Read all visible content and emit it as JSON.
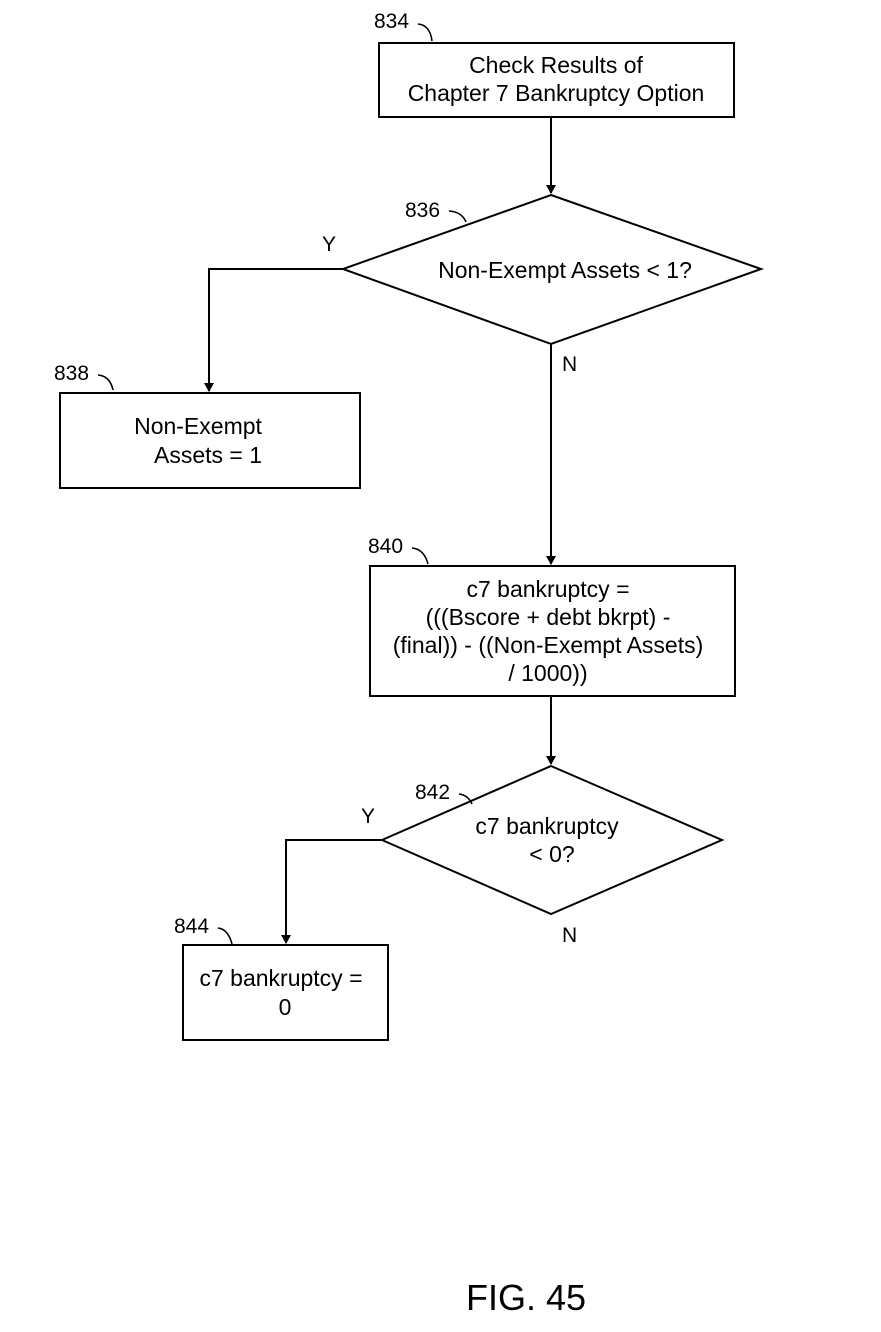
{
  "diagram": {
    "figure_label": "FIG.  45",
    "nodes": {
      "n834": {
        "ref": "834",
        "lines": [
          "Check Results of",
          "Chapter 7 Bankruptcy Option"
        ]
      },
      "n836": {
        "ref": "836",
        "lines": [
          "Non-Exempt Assets <  1?"
        ],
        "yes_label": "Y",
        "no_label": "N"
      },
      "n838": {
        "ref": "838",
        "lines": [
          "Non-Exempt",
          "Assets = 1"
        ]
      },
      "n840": {
        "ref": "840",
        "lines": [
          "c7 bankruptcy =",
          "(((Bscore + debt bkrpt) -",
          "(final)) - ((Non-Exempt Assets)",
          "/ 1000))"
        ]
      },
      "n842": {
        "ref": "842",
        "lines": [
          "c7 bankruptcy",
          "< 0?"
        ],
        "yes_label": "Y",
        "no_label": "N"
      },
      "n844": {
        "ref": "844",
        "lines": [
          "c7 bankruptcy =",
          "0"
        ]
      }
    }
  }
}
